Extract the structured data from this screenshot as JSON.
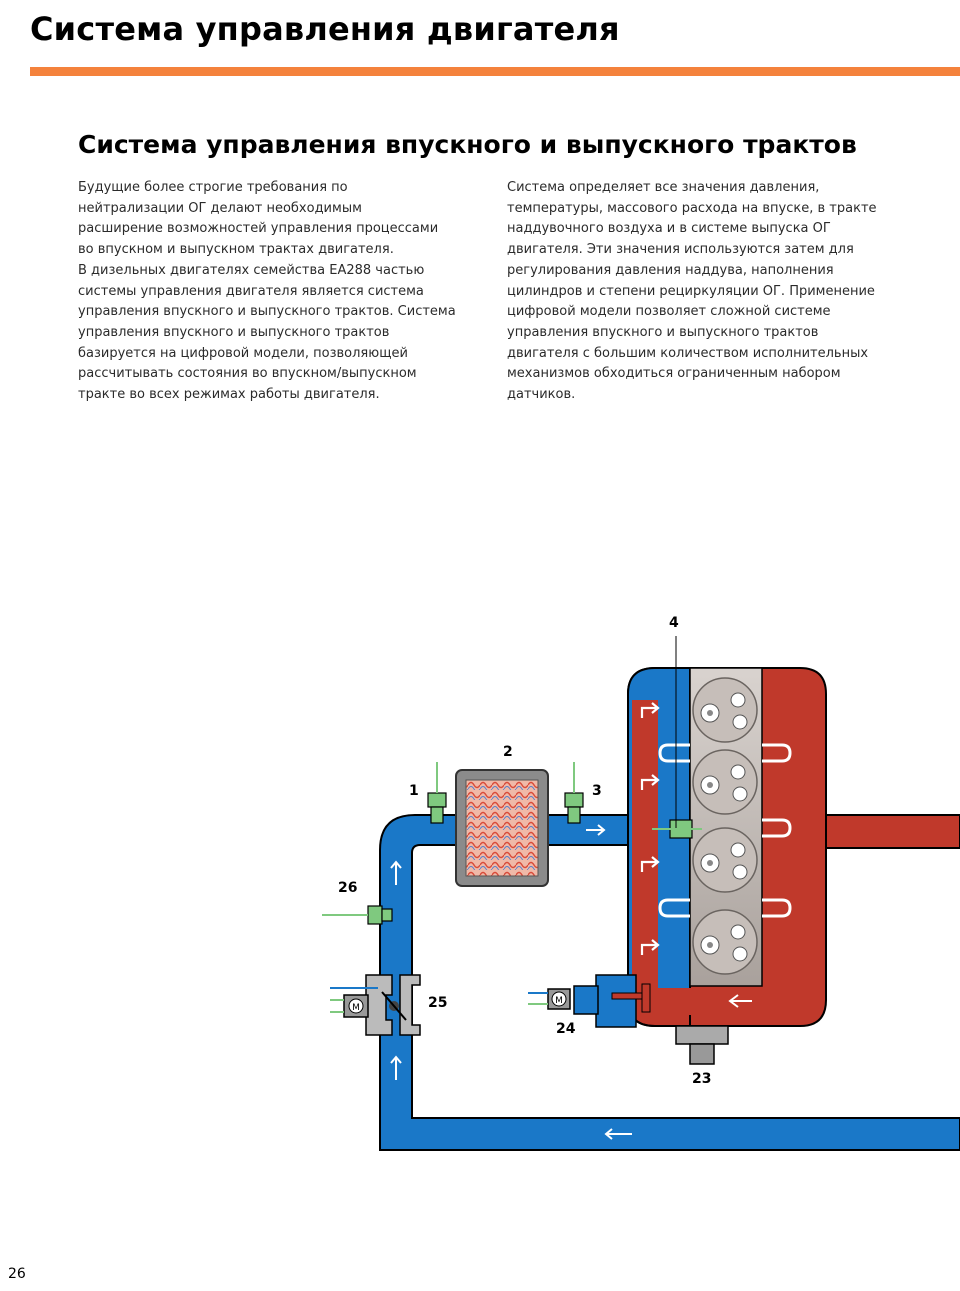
{
  "header": {
    "title": "Система управления двигателя"
  },
  "section": {
    "title": "Система управления впускного и выпускного трактов"
  },
  "body": {
    "left": "Будущие более строгие требования по\nнейтрализации ОГ делают необходимым\nрасширение возможностей управления процессами\nво впускном и выпускном трактах двигателя.\nВ дизельных двигателях семейства EA288 частью\nсистемы управления двигателя является система\nуправления впускного и выпускного трактов. Система\nуправления впускного и выпускного трактов\nбазируется на цифровой модели, позволяющей\nрассчитывать состояния во впускном/выпускном\nтракте во всех режимах работы двигателя.",
    "right": "Система определяет все значения давления,\nтемпературы, массового расхода на впуске, в тракте\nнаддувочного воздуха и в системе выпуска ОГ\nдвигателя. Эти значения используются затем для\nрегулирования давления наддува, наполнения\nцилиндров и степени рециркуляции ОГ. Применение\nцифровой модели позволяет сложной системе\nуправления впускного и выпускного трактов\nдвигателя с большим количеством исполнительных\nмеханизмов обходиться ограниченным набором\nдатчиков."
  },
  "diagram": {
    "labels": {
      "l1": "1",
      "l2": "2",
      "l3": "3",
      "l4": "4",
      "l23": "23",
      "l24": "24",
      "l25": "25",
      "l26": "26"
    },
    "motor_letter": "M",
    "colors": {
      "intake": "#1a78c8",
      "exhaust": "#c0392b",
      "accent": "#f4823c",
      "sensor": "#7fc97f"
    }
  },
  "footer": {
    "page_number": "26"
  }
}
